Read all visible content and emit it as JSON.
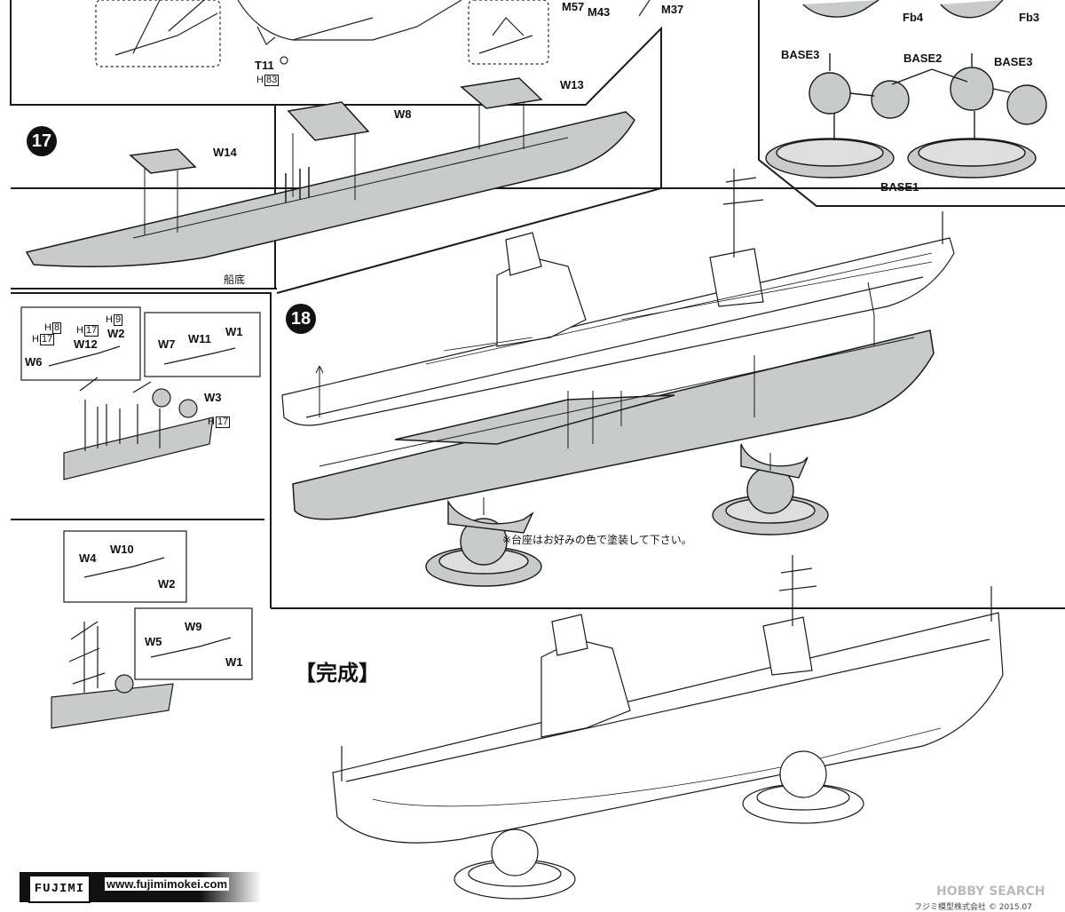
{
  "colors": {
    "hull_fill": "#c9cbcb",
    "line": "#1a1a1a",
    "step_badge": "#111111"
  },
  "top": {
    "labels": {
      "m57": "M57",
      "m43": "M43",
      "m37": "M37",
      "t11": "T11",
      "h83_prefix": "H",
      "h83_num": "83"
    },
    "base_panel": {
      "fb4": "Fb4",
      "fb3": "Fb3",
      "base3_left": "BASE3",
      "base2": "BASE2",
      "base3_right": "BASE3",
      "base1": "BASE1"
    }
  },
  "step17": {
    "number": "17",
    "parts": {
      "w14": "W14",
      "w8": "W8",
      "w13": "W13"
    },
    "hull_label": "船底"
  },
  "detail_a": {
    "h8_prefix": "H",
    "h8_num": "8",
    "h17a_prefix": "H",
    "h17a_num": "17",
    "h9_prefix": "H",
    "h9_num": "9",
    "h17b_prefix": "H",
    "h17b_num": "17",
    "w12": "W12",
    "w2": "W2",
    "w6": "W6",
    "w7": "W7",
    "w11": "W11",
    "w1": "W1",
    "w3": "W3",
    "h17c_prefix": "H",
    "h17c_num": "17"
  },
  "detail_b": {
    "w4": "W4",
    "w10": "W10",
    "w2": "W2",
    "w5": "W5",
    "w9": "W9",
    "w1": "W1"
  },
  "step18": {
    "number": "18",
    "stand_note": "※台座はお好みの色で塗装して下さい。"
  },
  "complete": {
    "title": "【完成】"
  },
  "footer": {
    "logo": "FUJIMI",
    "url": "www.fujimimokei.com",
    "copyright": "フジミ模型株式会社 © 2015.07",
    "watermark": "HOBBY SEARCH"
  }
}
